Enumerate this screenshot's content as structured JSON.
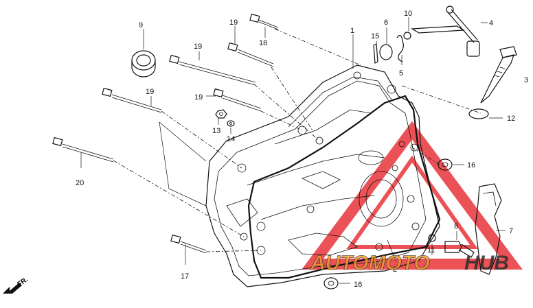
{
  "diagram": {
    "part_labels": [
      "1",
      "2",
      "3",
      "4",
      "5",
      "6",
      "7",
      "8",
      "9",
      "10",
      "11",
      "12",
      "13",
      "14",
      "15",
      "16",
      "16",
      "17",
      "18",
      "19",
      "19",
      "19",
      "19",
      "20"
    ],
    "direction_label": "FR.",
    "watermark": {
      "text_1": "AUTOMOTO",
      "text_2": "HUB",
      "color_red": "#e8353a",
      "color_orange": "#f29b2e",
      "color_dark": "#2b2b2b"
    }
  }
}
